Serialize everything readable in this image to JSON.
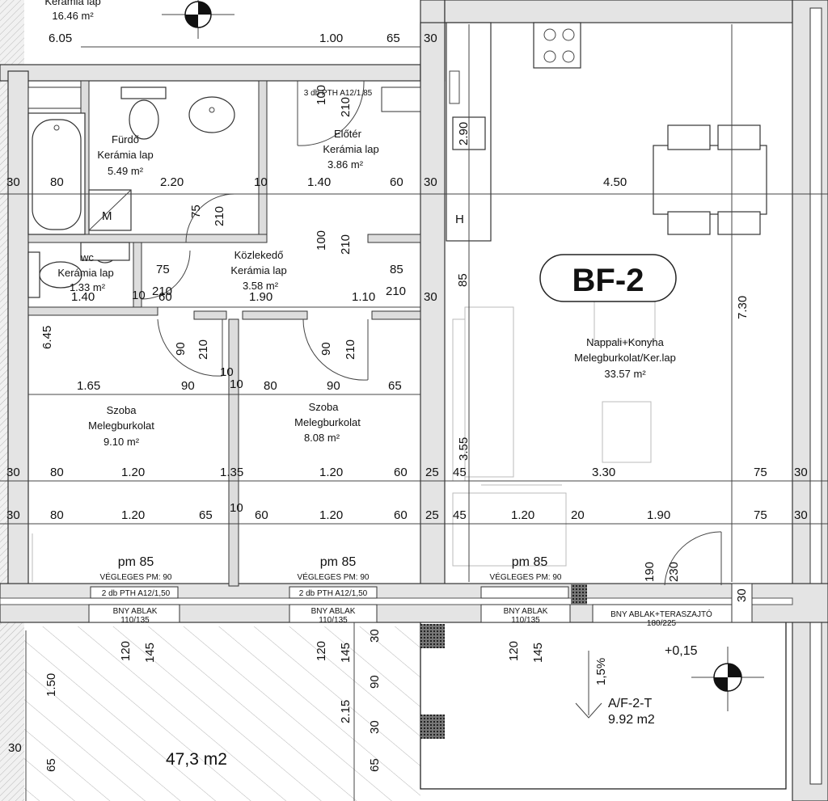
{
  "apartment_label": "BF-2",
  "total_area": "47,3 m2",
  "rooms": {
    "top_label": "Kerámia lap",
    "top_area": "16.46 m²",
    "bath_name": "Fürdő",
    "bath_floor": "Kerámia lap",
    "bath_area": "5.49 m²",
    "hall_name": "Előtér",
    "hall_floor": "Kerámia lap",
    "hall_area": "3.86 m²",
    "wc_name": "wc",
    "wc_floor": "Kerámia lap",
    "wc_area": "1.33 m²",
    "corr_name": "Közlekedő",
    "corr_floor": "Kerámia lap",
    "corr_area": "3.58 m²",
    "living_name": "Nappali+Konyha",
    "living_floor": "Melegburkolat/Ker.lap",
    "living_area": "33.57 m²",
    "room1_name": "Szoba",
    "room1_floor": "Melegburkolat",
    "room1_area": "9.10 m²",
    "room2_name": "Szoba",
    "room2_floor": "Melegburkolat",
    "room2_area": "8.08 m²",
    "terrace_name": "A/F-2-T",
    "terrace_area": "9.92 m2"
  },
  "labels": {
    "pm": "pm 85",
    "vegleges": "VÉGLEGES PM: 90",
    "pth": "2 db PTH A12/1,50",
    "pth_top": "3 db PTH A12/1,85",
    "bny": "BNY ABLAK",
    "bny_size": "110/135",
    "bny_door": "BNY ABLAK+TERASZAJTÓ",
    "bny_door_size": "180/225",
    "level": "+0,15",
    "slope": "1,5%",
    "m": "M",
    "h": "H"
  },
  "dims": {
    "d605": "6.05",
    "d100": "1.00",
    "d65": "65",
    "d30": "30",
    "d80": "80",
    "d220": "2.20",
    "d10": "10",
    "d140": "1.40",
    "d60": "60",
    "d450": "4.50",
    "d290": "2.90",
    "d75": "75",
    "d210": "210",
    "d85": "85",
    "d190": "1.90",
    "d110": "1.10",
    "d645": "6.45",
    "d730": "7.30",
    "d165": "1.65",
    "d90": "90",
    "d120": "1.20",
    "d135": "1.35",
    "d25": "25",
    "d45": "45",
    "d330": "3.30",
    "d355": "3.55",
    "d20": "20",
    "d190s": "190",
    "d230": "230",
    "d100s": "100",
    "d150": "1.50",
    "d215": "2.15",
    "d145": "145",
    "d120s": "120"
  }
}
